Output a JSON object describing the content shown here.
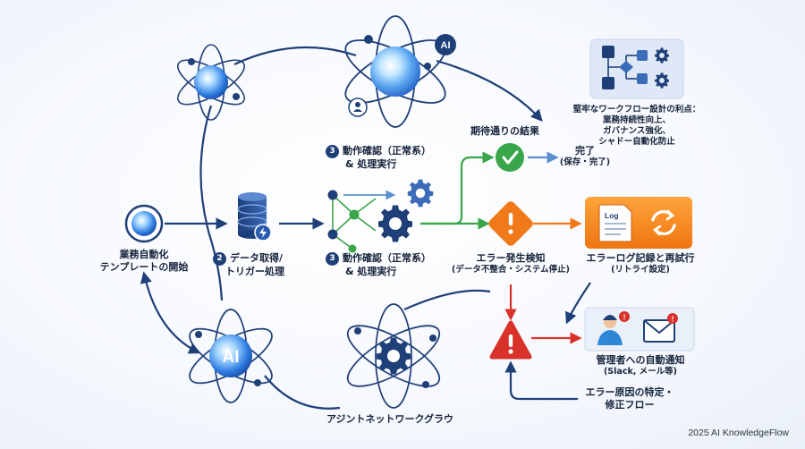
{
  "nodes": {
    "start": {
      "line1": "業務自動化",
      "line2": "テンプレートの開始"
    },
    "data_fetch": {
      "number": "2",
      "line1": "データ取得/",
      "line2": "トリガー処理"
    },
    "check_top": {
      "number": "3",
      "line1": "動作確認（正常系）",
      "line2": "& 処理実行"
    },
    "check_mid": {
      "number": "3",
      "line1": "動作確認（正常系）",
      "line2": "& 処理実行"
    },
    "expected_result": {
      "text": "期待通りの結果"
    },
    "complete": {
      "line1": "完了",
      "line2": "(保存・完了)"
    },
    "error_detect": {
      "line1": "エラー発生検知",
      "line2": "(データ不整合・システム停止)"
    },
    "log_retry": {
      "line1": "エラーログ記録と再試行",
      "line2": "(リトライ設定)",
      "log_text": "Log"
    },
    "notify": {
      "line1": "管理者への自動通知",
      "line2": "(Slack, メール等)"
    },
    "root_cause": {
      "line1": "エラー原因の特定・",
      "line2": "修正フロー"
    },
    "agent_network": {
      "text": "アジントネットワークグラウ"
    },
    "ai_badge": "AI",
    "ai_core": "AI"
  },
  "benefits": {
    "line1": "堅牢なワークフロー設計の利点：",
    "line2": "業務持続性向上、",
    "line3": "ガバナンス強化、",
    "line4": "シャドー自動化防止"
  },
  "footer": "2025 AI KnowledgeFlow",
  "colors": {
    "navy": "#1f3f78",
    "blue_arrow": "#5b8fd0",
    "green": "#3aa64a",
    "orange": "#f07a1a",
    "red": "#d9322b"
  }
}
